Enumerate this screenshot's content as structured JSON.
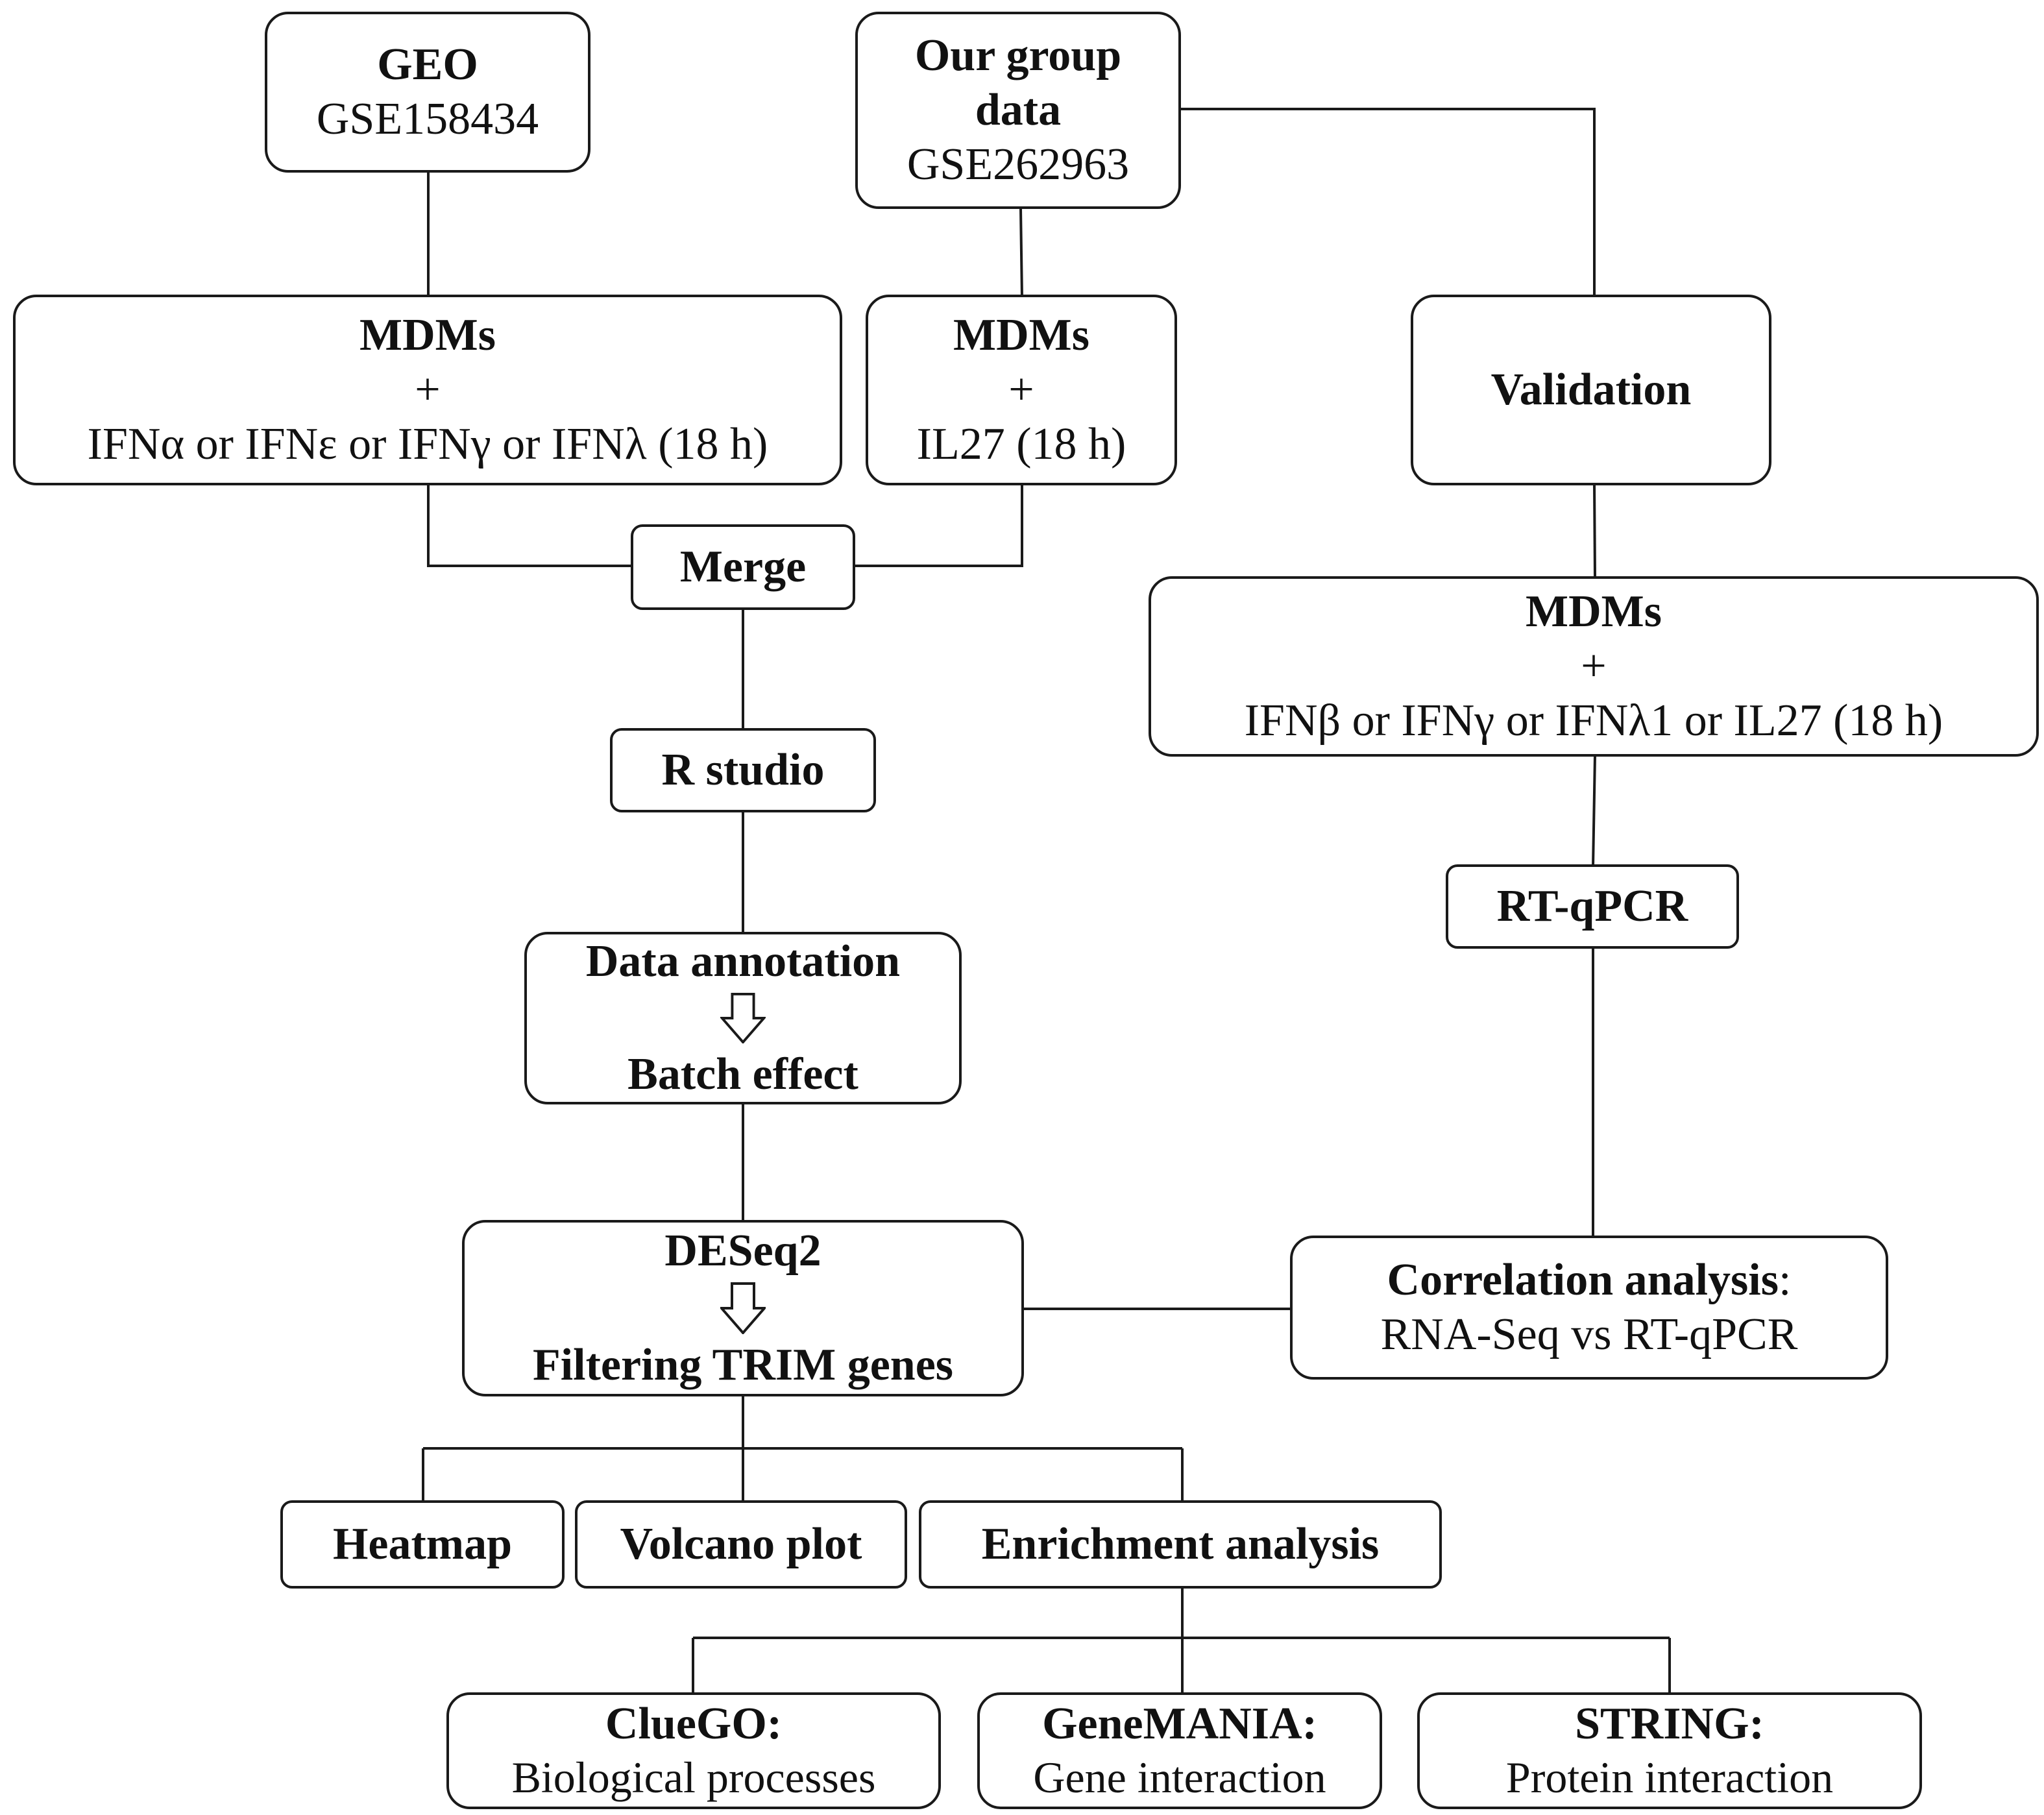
{
  "boxes": {
    "geo": {
      "title": "GEO",
      "sub": "GSE158434"
    },
    "our": {
      "title_l1": "Our group",
      "title_l2": "data",
      "sub": "GSE262963"
    },
    "mdm1": {
      "title": "MDMs",
      "plus": "+",
      "sub": "IFNα or IFNε or IFNγ or IFNλ (18 h)"
    },
    "mdm2": {
      "title": "MDMs",
      "plus": "+",
      "sub": "IL27 (18 h)"
    },
    "validation": {
      "title": "Validation"
    },
    "merge": {
      "title": "Merge"
    },
    "rstudio": {
      "title": "R studio"
    },
    "mdm3": {
      "title": "MDMs",
      "plus": "+",
      "sub": "IFNβ or IFNγ or IFNλ1 or IL27 (18 h)"
    },
    "rtqpcr": {
      "title": "RT-qPCR"
    },
    "annot": {
      "top": "Data annotation",
      "bottom": "Batch effect"
    },
    "deseq": {
      "top": "DESeq2",
      "bottom": "Filtering TRIM genes"
    },
    "corr": {
      "title": "Correlation analysis",
      "colon": ":",
      "sub": "RNA-Seq vs RT-qPCR"
    },
    "heatmap": {
      "title": "Heatmap"
    },
    "volcano": {
      "title": "Volcano plot"
    },
    "enrich": {
      "title": "Enrichment analysis"
    },
    "cluego": {
      "title": "ClueGO:",
      "sub": "Biological processes"
    },
    "genemania": {
      "title": "GeneMANIA:",
      "sub": "Gene interaction"
    },
    "string": {
      "title": "STRING:",
      "sub": "Protein interaction"
    }
  },
  "colors": {
    "stroke": "#1a1a1a",
    "background": "#ffffff"
  }
}
